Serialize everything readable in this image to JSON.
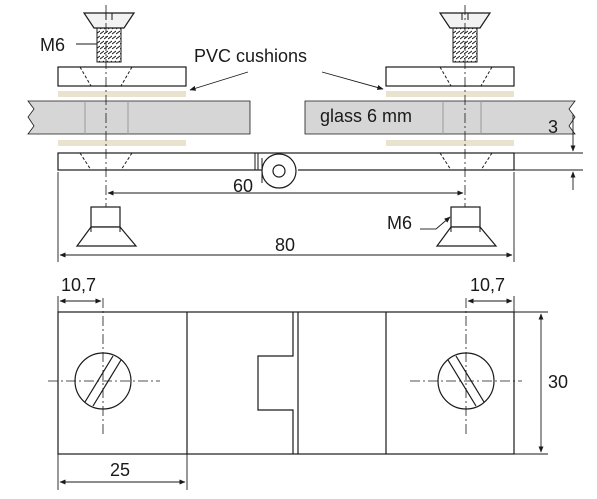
{
  "labels": {
    "screw_thread_left": "M6",
    "pvc_cushions": "PVC cushions",
    "glass": "glass 6 mm",
    "thickness": "3",
    "screw_spacing": "60",
    "total_length": "80",
    "nut_thread_right": "M6",
    "hole_offset_left": "10,7",
    "hole_offset_right": "10,7",
    "plate_width": "30",
    "plate_length": "25"
  },
  "colors": {
    "line": "#1a1a1a",
    "glass_fill": "#d6d6d6",
    "cushion_fill": "#e9e2cc",
    "part_fill": "#ffffff",
    "screw_fill": "#f2f2f2"
  }
}
